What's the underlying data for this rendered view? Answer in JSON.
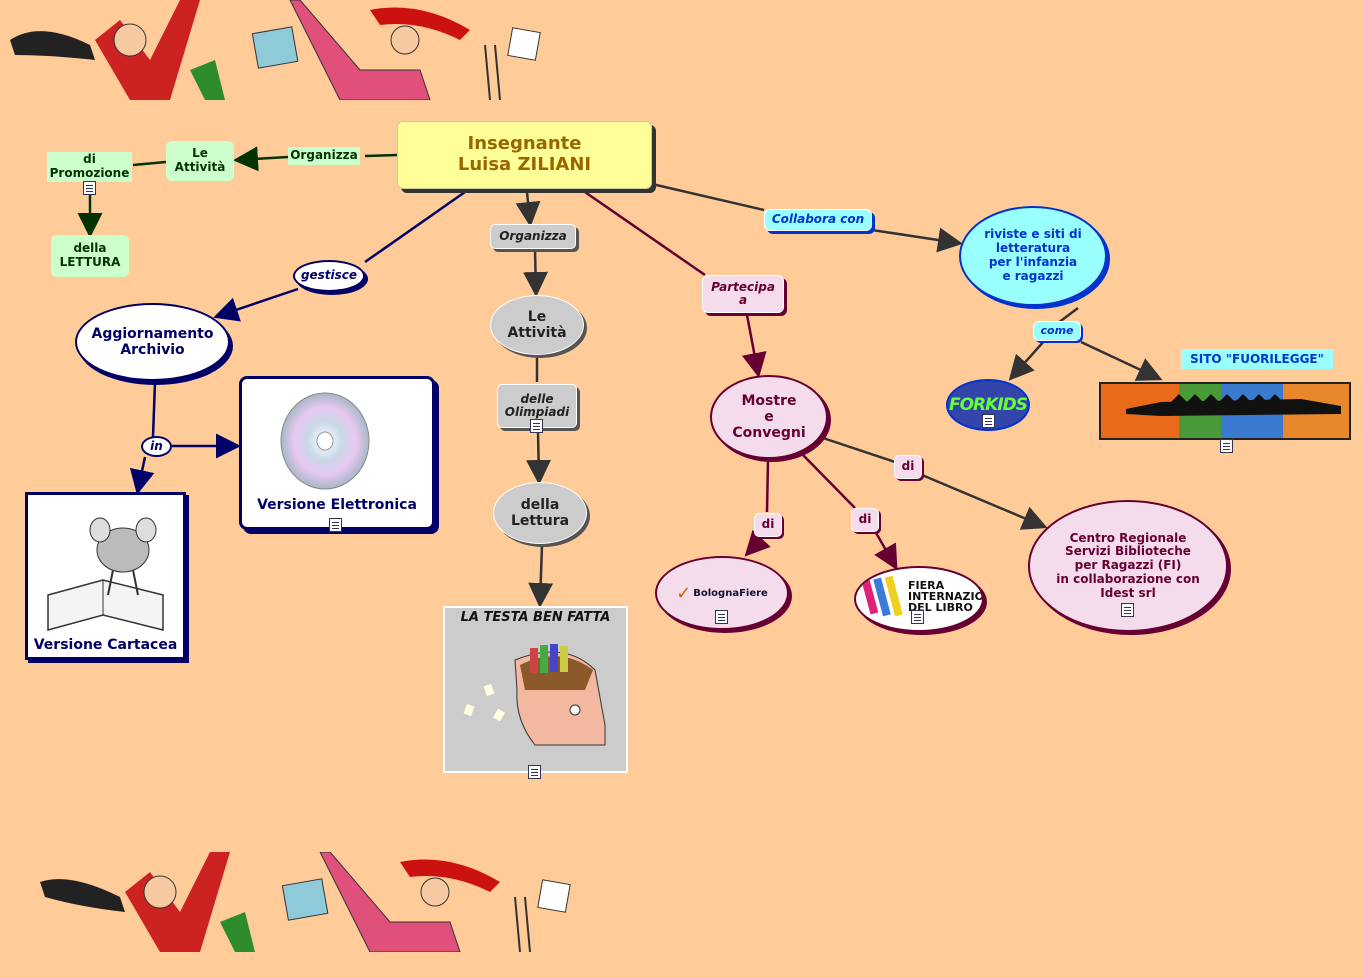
{
  "central": {
    "line1": "Insegnante",
    "line2": "Luisa ZILIANI"
  },
  "nodes": {
    "le_attivita_left": "Le\nAttività",
    "di_promozione": "di\nPromozione",
    "della_lettura_upper": "della\nLETTURA",
    "aggiornamento": "Aggiornamento\nArchivio",
    "versione_elettronica": "Versione Elettronica",
    "versione_cartacea": "Versione Cartacea",
    "le_attivita_center": "Le\nAttività",
    "delle_olimpiadi": "delle\nOlimpiadi",
    "della_lettura_center": "della\nLettura",
    "testa_ben_fatta": "LA TESTA BEN FATTA",
    "mostre": "Mostre\ne\nConvegni",
    "bologna_fiere": "BolognaFiere",
    "fiera_libro": "FIERA\nINTERNAZIO\nDEL LIBRO",
    "centro_regionale": "Centro Regionale\nServizi Biblioteche\nper Ragazzi (FI)\nin collaborazione con\nIdest srl",
    "riviste": "riviste e siti di\nletteratura\nper l'infanzia\ne ragazzi",
    "forkids": "FORKIDS",
    "sito_fuorilegge": "SITO \"FUORILEGGE\""
  },
  "labels": {
    "organizza_left": "Organizza",
    "gestisce": "gestisce",
    "in": "in",
    "organizza_center": "Organizza",
    "partecipa_a": "Partecipa\na",
    "di_1": "di",
    "di_2": "di",
    "di_3": "di",
    "collabora_con": "Collabora con",
    "come": "come"
  },
  "colors": {
    "background": "#ffcc99",
    "central_fill": "#ffff99",
    "central_text": "#996600",
    "green_node": "#ccffcc",
    "green_text": "#003300",
    "navy": "#000066",
    "grey_node": "#cccccc",
    "maroon": "#660033",
    "pink_node": "#f5dcec",
    "cyan_node": "#99ffff",
    "blue_text": "#0033cc"
  }
}
